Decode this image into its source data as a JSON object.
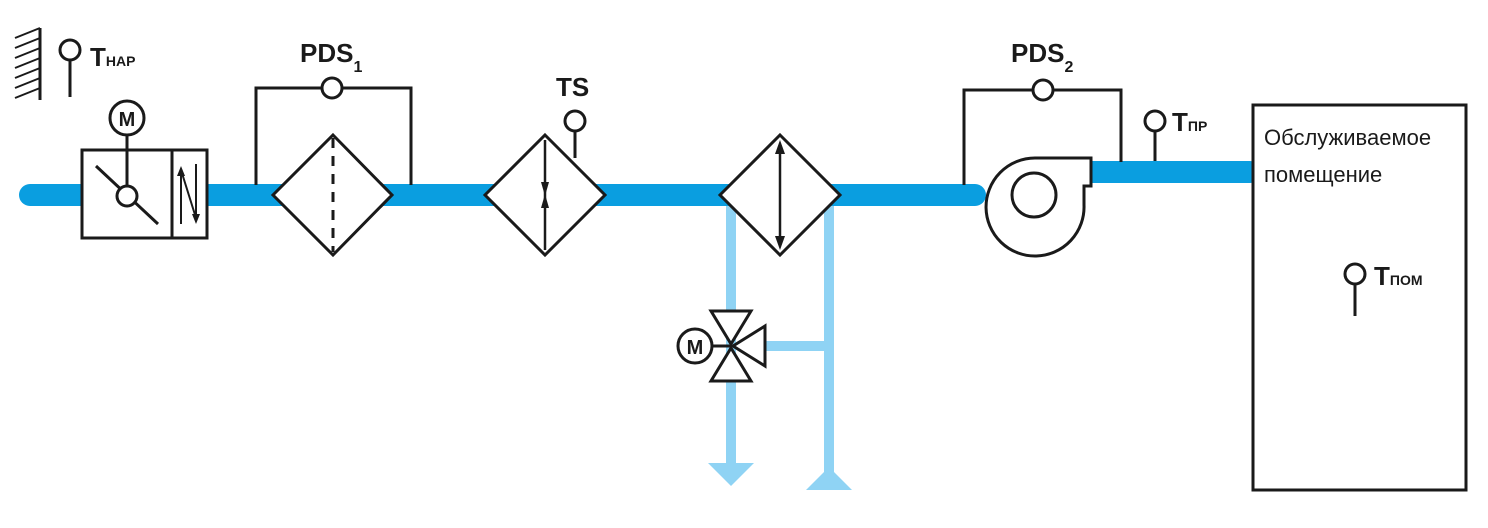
{
  "labels": {
    "t_outdoor": {
      "main": "T",
      "sub": "НАР"
    },
    "pds1": {
      "main": "PDS",
      "sub": "1"
    },
    "ts": {
      "main": "TS"
    },
    "pds2": {
      "main": "PDS",
      "sub": "2"
    },
    "t_supply": {
      "main": "T",
      "sub": "ПР"
    },
    "t_room": {
      "main": "T",
      "sub": "ПОМ"
    },
    "motor_damper": "M",
    "motor_valve": "M",
    "room_line1": "Обслуживаемое",
    "room_line2": "помещение"
  },
  "colors": {
    "duct": "#0a9ee0",
    "pipe": "#8fd3f4",
    "line": "#1a1a1a"
  }
}
